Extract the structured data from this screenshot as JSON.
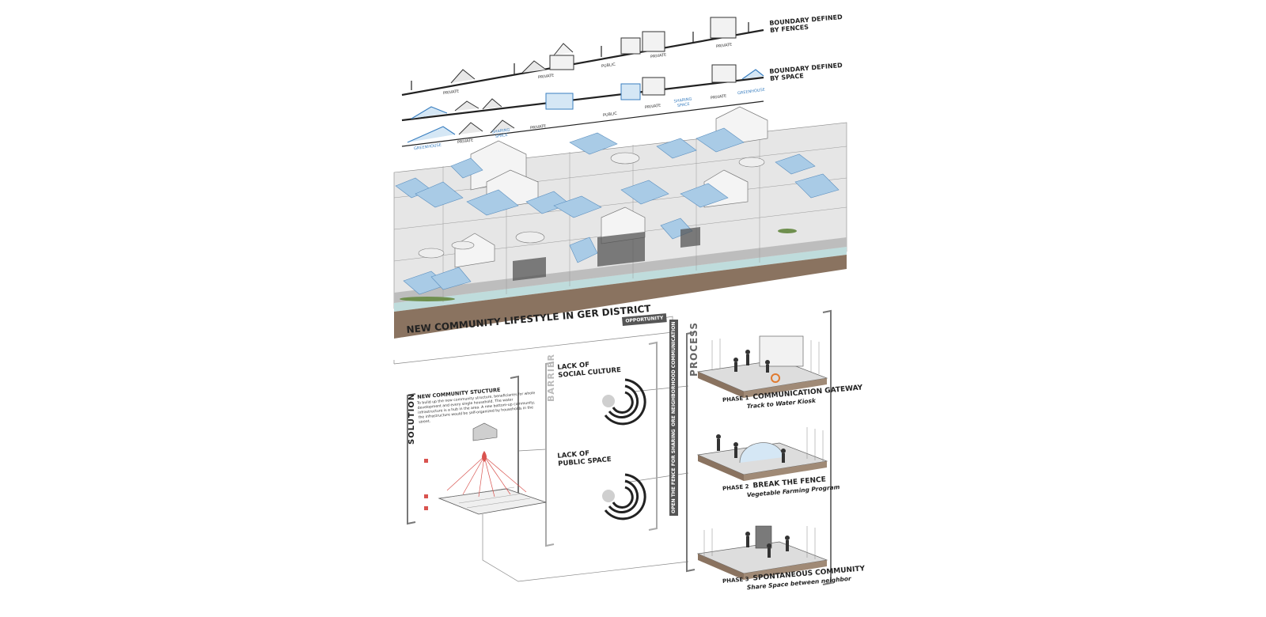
{
  "boundary": {
    "fences_line1": "BOUNDARY DEFINED",
    "fences_line2": "BY FENCES",
    "space_line1": "BOUNDARY DEFINED",
    "space_line2": "BY SPACE"
  },
  "section_labels": {
    "private": "PRIVATE",
    "public": "PUBLIC",
    "greenhouse": "GREENHOUSE",
    "sharing_space_1": "SHARING",
    "sharing_space_2": "SPACE"
  },
  "main_title": "NEW COMMUNITY LIFESTYLE IN GER DISTRICT",
  "opportunity": "OPPORTUNITY",
  "solution": {
    "tag": "SOLUTION",
    "heading": "NEW COMMUNITY STUCTURE",
    "body": "To build up the new community structure, beneficiaries for whole development and every single household. The water infrastructure is a hub in the area. A new bottom-up community, the infrastructure would be self-organized by households in the street."
  },
  "barrier": {
    "tag": "BARRIER",
    "item1_line1": "LACK OF",
    "item1_line2": "SOCIAL CULTURE",
    "item2_line1": "LACK OF",
    "item2_line2": "PUBLIC SPACE"
  },
  "side_tags": {
    "more_communication": "MORE NEIGHBORHOOD COMMUNICATION",
    "open_fence": "OPEN THE FENCE FOR SHARING"
  },
  "process": {
    "tag": "PROCESS",
    "phases": [
      {
        "num": "PHASE 1",
        "title": "COMMUNICATION GATEWAY",
        "subtitle": "Track to Water Kiosk"
      },
      {
        "num": "PHASE 2",
        "title": "BREAK THE FENCE",
        "subtitle": "Vegetable Farming Program"
      },
      {
        "num": "PHASE 3",
        "title": "SPONTANEOUS COMMUNITY",
        "subtitle": "Share Space between neighbor"
      }
    ]
  },
  "colors": {
    "roof_blue": "#a9cbe6",
    "ground_brown": "#8a7360",
    "water_teal": "#bfdcdc",
    "dark_grey": "#555555",
    "accent_red": "#d9534f"
  }
}
